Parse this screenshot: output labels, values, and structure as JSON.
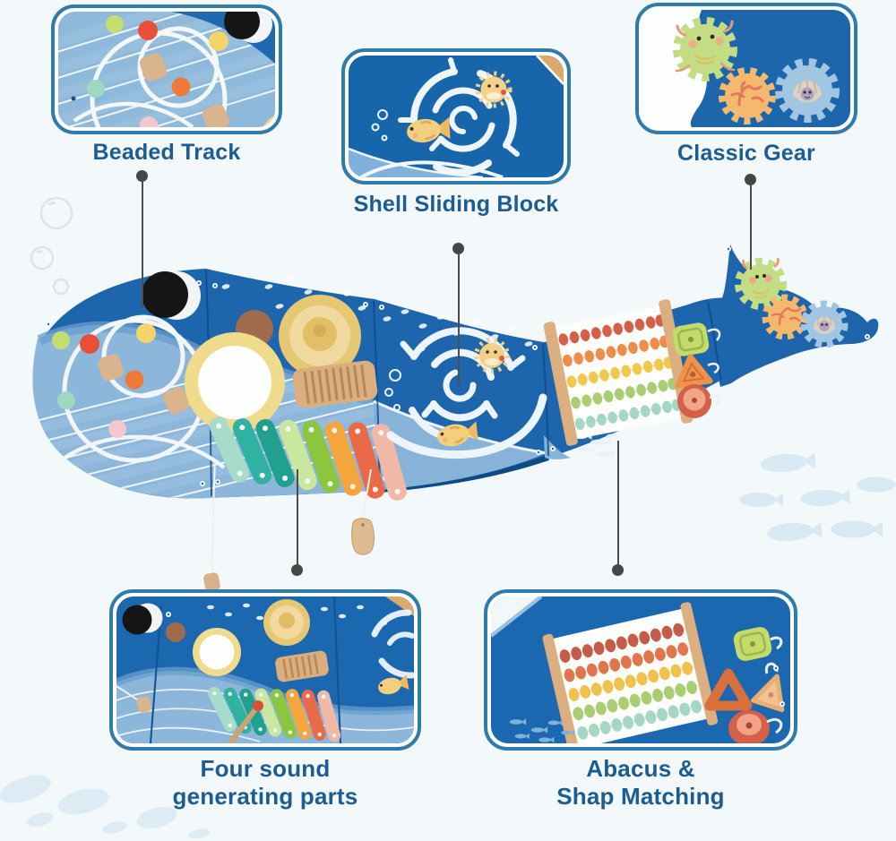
{
  "page": {
    "background_color": "#f3f8fa",
    "inset_border_color": "#2f7cab",
    "label_color": "#1b5c92",
    "callout_color": "#4a4a4a"
  },
  "callouts": {
    "beaded_track": {
      "label": "Beaded Track"
    },
    "shell_sliding_block": {
      "label": "Shell Sliding Block"
    },
    "classic_gear": {
      "label": "Classic Gear"
    },
    "four_sound": {
      "line1": "Four sound",
      "line2": "generating parts"
    },
    "abacus_shape_matching": {
      "line1": "Abacus &",
      "line2": "Shap Matching"
    }
  },
  "board": {
    "depicted_elements": [
      "beaded-track",
      "cymbal",
      "mirror",
      "guiro-scraper",
      "xylophone",
      "shell-sliding-maze",
      "abacus",
      "shape-matching-blocks",
      "gear-set",
      "hanging-mallet",
      "hanging-bead-string",
      "whale-eye",
      "bubbles",
      "fish-school"
    ],
    "whale_dark_blue": "#1d66ad",
    "whale_belly_blue": "#8cb7db",
    "xylophone_key_colors": [
      "#a7dccb",
      "#30b2a2",
      "#21a08f",
      "#c9e79f",
      "#8cc63f",
      "#f4a53c",
      "#ea6a47",
      "#f0b9a5"
    ],
    "abacus_row_colors": [
      "#d5604a",
      "#ee8c49",
      "#f2c84c",
      "#a9ce71",
      "#a4d7c5"
    ],
    "gear_colors": [
      "#c4dd85",
      "#f5b96e",
      "#a2c5e1"
    ],
    "wood_color": "#d9b48c"
  }
}
